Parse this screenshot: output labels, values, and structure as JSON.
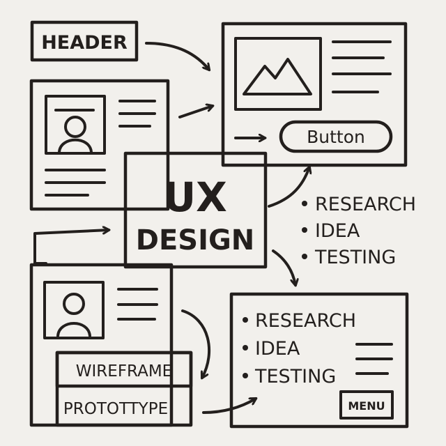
{
  "labels": {
    "header": "HEADER",
    "button": "Button",
    "ux": "UX",
    "design": "DESIGN",
    "wireframe": "WIREFRAME",
    "prototype": "PROTOTTYPE",
    "menu": "MENU"
  },
  "right_list": [
    "RESEARCH",
    "IDEA",
    "TESTING"
  ],
  "box_list": [
    "RESEARCH",
    "IDEA",
    "TESTING"
  ],
  "colors": {
    "ink": "#231f1d",
    "paper": "#f2f0ec",
    "box_fill": "#f4f2ee"
  }
}
